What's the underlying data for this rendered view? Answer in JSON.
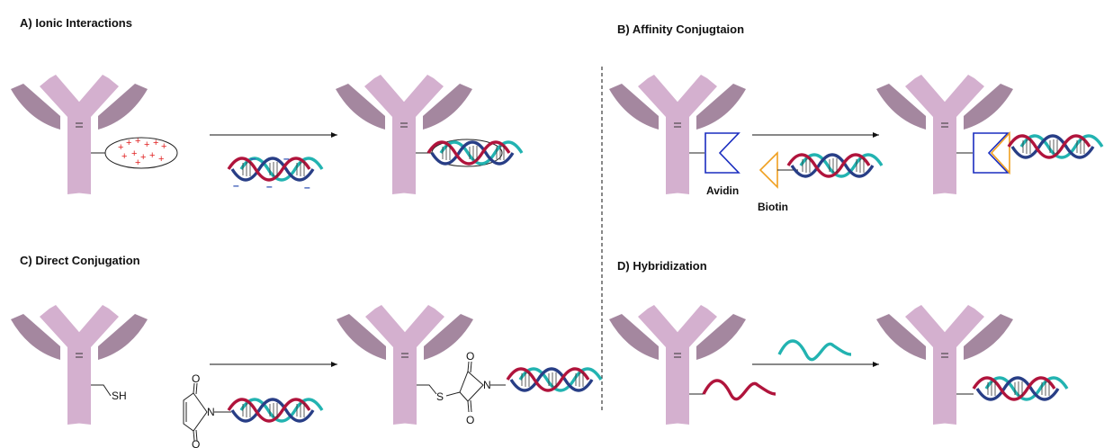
{
  "panels": {
    "A": {
      "title": "A)  Ionic Interactions"
    },
    "B": {
      "title": "B)  Affinity Conjugtaion",
      "avidin_label": "Avidin",
      "biotin_label": "Biotin"
    },
    "C": {
      "title": "C)  Direct Conjugation",
      "thiol": "SH",
      "sulfur": "S",
      "nitrogen": "N",
      "oxygen": "O"
    },
    "D": {
      "title": "D)  Hybridization"
    }
  },
  "colors": {
    "antibody_heavy": "#d4b0cf",
    "antibody_light": "#a4879f",
    "dna_red": "#b0143c",
    "dna_navy": "#283e86",
    "dna_teal": "#22b3b1",
    "positive_charge": "#e02020",
    "negative_charge": "#2a4db0",
    "avidin": "#1a2dbf",
    "biotin": "#f0a020"
  }
}
